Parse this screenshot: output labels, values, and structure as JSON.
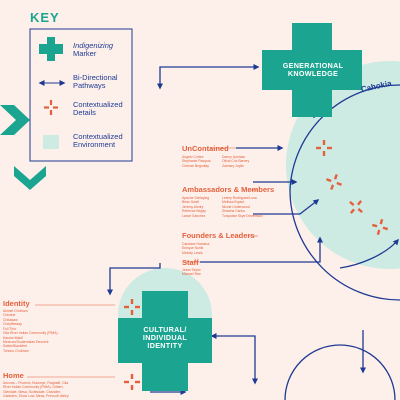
{
  "key": {
    "title": "KEY",
    "items": [
      {
        "label_line1": "Indigenizing",
        "label_line2": "Marker",
        "icon": "teal-cross-marker"
      },
      {
        "label_line1": "Bi-Directional",
        "label_line2": "Pathways",
        "icon": "double-arrow"
      },
      {
        "label_line1": "Contextualized",
        "label_line2": "Details",
        "icon": "orange-burst"
      },
      {
        "label_line1": "Contextualized",
        "label_line2": "Environment",
        "icon": "teal-square"
      }
    ]
  },
  "nodes": {
    "generational": {
      "line1": "GENERATIONAL",
      "line2": "KNOWLEDGE"
    },
    "cultural": {
      "line1": "CULTURAL/",
      "line2": "INDIVIDUAL",
      "line3": "IDENTITY"
    }
  },
  "environment_label": "Cahokia",
  "sections": {
    "uncontained": {
      "heading": "UnContained",
      "col1": [
        "Angelo Cortez",
        "Stephanie Pasqual",
        "Chenae Begodlay"
      ],
      "col2": [
        "Danny Upshaw",
        "Olivia Cox Barney",
        "Zachary Joplin"
      ]
    },
    "ambassadors": {
      "heading": "Ambassadors & Members",
      "col1": [
        "Apache Schlaying",
        "Brian Swell",
        "Jeremy Alvdry",
        "Rebecca Begay",
        "Lance Sanchez"
      ],
      "col2": [
        "Lesley Rodriguez/Luna",
        "Melissa Bryant",
        "Nicole Underwood",
        "Shawna Carlos",
        "Turquoise Skye Devereaux"
      ]
    },
    "founders": {
      "heading": "Founders & Leaders",
      "col1": [
        "Candace Hamana",
        "Enrique Noriik",
        "Melody Lewis"
      ]
    },
    "staff": {
      "heading": "Staff",
      "col1": [
        "Jesse Taylor",
        "Michael Ree"
      ]
    },
    "identity": {
      "heading": "Identity",
      "col1": [
        "Akimel O'odham",
        "Chicane",
        "Chikasaw",
        "Cheyfleeaay",
        "Full Thor",
        "Gila River Indian Community (PIMA)",
        "Karuke Maidi",
        "Mexican/Guatemalan Descent",
        "Salish/Blackfeet",
        "Tohono O'odham"
      ]
    },
    "home": {
      "heading": "Home",
      "col1": [
        "Arizona – Phoenix, Buckeye, Flagstaff, Gila",
        "River Indian Community (PIMA), Gilbert,",
        "Glendale, Mesa, Scottsdale, Chandler,",
        "Gadsden, Show Low, Mesa, Prescott Valley"
      ]
    }
  },
  "colors": {
    "background": "#fdf0eb",
    "teal": "#1ba590",
    "teal_light": "#cdeae3",
    "navy": "#1f3a93",
    "orange": "#e4603c"
  }
}
